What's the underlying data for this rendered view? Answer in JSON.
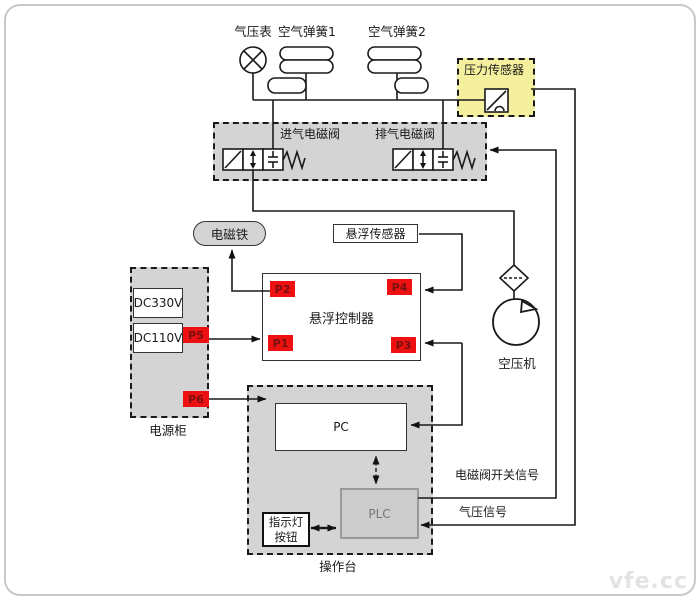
{
  "labels": {
    "pressure_gauge": "气压表",
    "air_spring_1": "空气弹簧1",
    "air_spring_2": "空气弹簧2",
    "pressure_sensor": "压力传感器",
    "intake_valve": "进气电磁阀",
    "exhaust_valve": "排气电磁阀",
    "electromagnet": "电磁铁",
    "levitation_sensor": "悬浮传感器",
    "controller": "悬浮控制器",
    "power_cabinet": "电源柜",
    "console": "操作台",
    "compressor": "空压机",
    "valve_switch_signal": "电磁阀开关信号",
    "pressure_signal": "气压信号"
  },
  "controller_ports": {
    "p1": "P1",
    "p2": "P2",
    "p3": "P3",
    "p4": "P4"
  },
  "power_cabinet": {
    "dc330": "DC330V",
    "dc110": "DC110V",
    "p5": "P5",
    "p6": "P6"
  },
  "console": {
    "pc": "PC",
    "plc": "PLC",
    "indicator_line1": "指示灯",
    "indicator_line2": "按钮"
  },
  "watermark": "vfe.cc",
  "colors": {
    "box_gray": "#d4d4d4",
    "highlight_yellow": "#f5f09e",
    "port_red": "#ee1111",
    "line_black": "#1a1a1a"
  }
}
